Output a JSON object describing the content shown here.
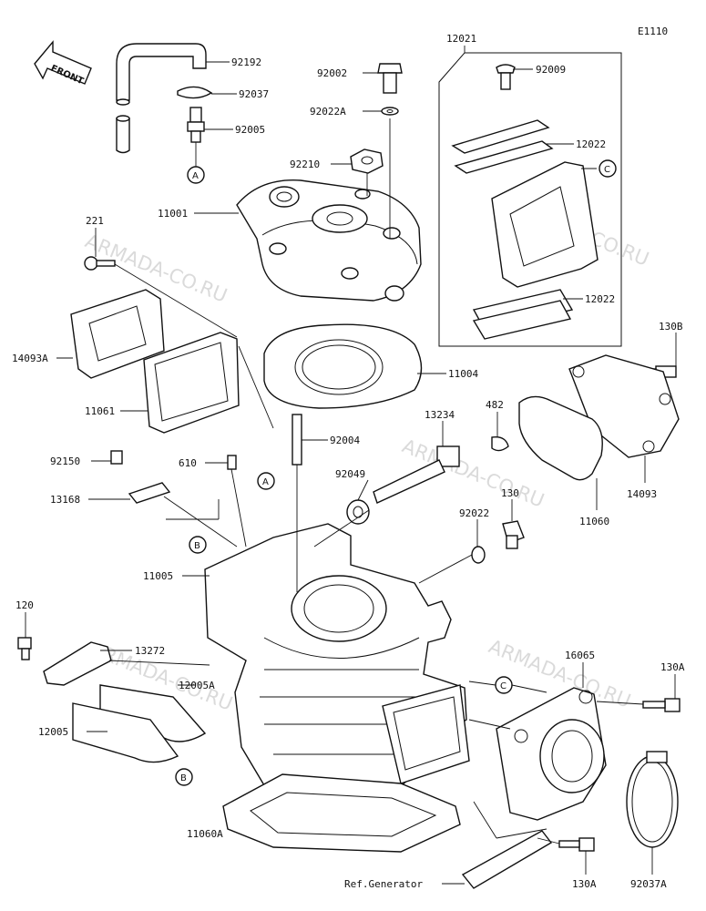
{
  "diagram_code": "E1110",
  "front_label": "FRONT",
  "watermark": "ARMADA-CO.RU",
  "parts": [
    {
      "id": "p92192",
      "label": "92192"
    },
    {
      "id": "p92037",
      "label": "92037"
    },
    {
      "id": "p92005",
      "label": "92005"
    },
    {
      "id": "p92002",
      "label": "92002"
    },
    {
      "id": "p92022A",
      "label": "92022A"
    },
    {
      "id": "p92210",
      "label": "92210"
    },
    {
      "id": "p11001",
      "label": "11001"
    },
    {
      "id": "p12021",
      "label": "12021"
    },
    {
      "id": "p92009",
      "label": "92009"
    },
    {
      "id": "p12022a",
      "label": "12022"
    },
    {
      "id": "p12022b",
      "label": "12022"
    },
    {
      "id": "p221",
      "label": "221"
    },
    {
      "id": "p14093A",
      "label": "14093A"
    },
    {
      "id": "p11061",
      "label": "11061"
    },
    {
      "id": "p11004",
      "label": "11004"
    },
    {
      "id": "p130B",
      "label": "130B"
    },
    {
      "id": "p92150",
      "label": "92150"
    },
    {
      "id": "p610",
      "label": "610"
    },
    {
      "id": "p92004",
      "label": "92004"
    },
    {
      "id": "p13234",
      "label": "13234"
    },
    {
      "id": "p482",
      "label": "482"
    },
    {
      "id": "p13168",
      "label": "13168"
    },
    {
      "id": "p92049",
      "label": "92049"
    },
    {
      "id": "p14093",
      "label": "14093"
    },
    {
      "id": "p11060",
      "label": "11060"
    },
    {
      "id": "p130",
      "label": "130"
    },
    {
      "id": "p92022",
      "label": "92022"
    },
    {
      "id": "p11005",
      "label": "11005"
    },
    {
      "id": "p120",
      "label": "120"
    },
    {
      "id": "p13272",
      "label": "13272"
    },
    {
      "id": "p12005A",
      "label": "12005A"
    },
    {
      "id": "p16065",
      "label": "16065"
    },
    {
      "id": "p130Aa",
      "label": "130A"
    },
    {
      "id": "p12005",
      "label": "12005"
    },
    {
      "id": "p11060A",
      "label": "11060A"
    },
    {
      "id": "p130Ab",
      "label": "130A"
    },
    {
      "id": "p92037A",
      "label": "92037A"
    },
    {
      "id": "pRef",
      "label": "Ref.Generator"
    }
  ],
  "callouts": {
    "A": "A",
    "B": "B",
    "C": "C"
  }
}
